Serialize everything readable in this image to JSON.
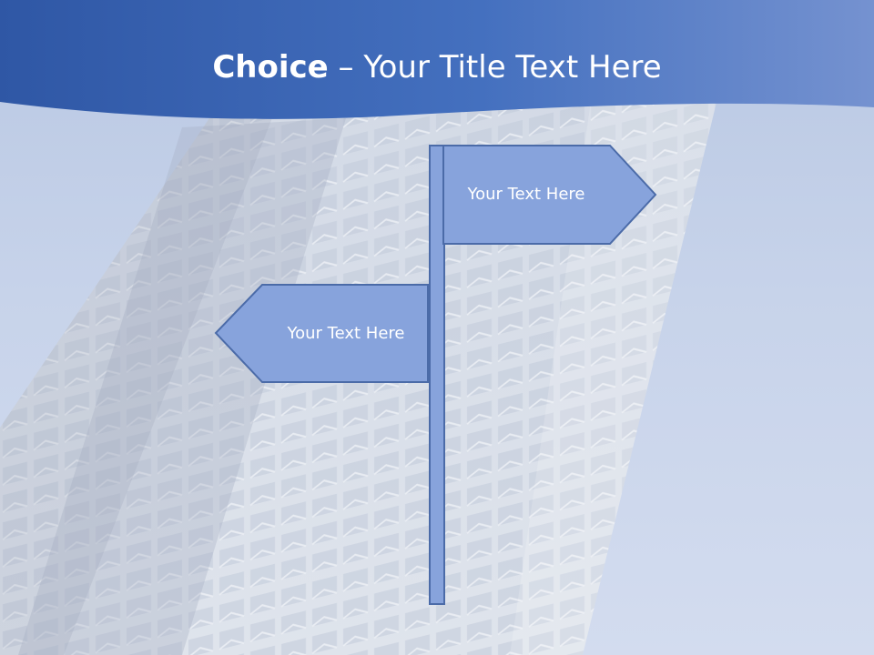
{
  "slide": {
    "title_bold": "Choice",
    "title_rest": " – Your Title Text Here",
    "signs": [
      {
        "label": "Your Text Here"
      },
      {
        "label": "Your Text Here"
      }
    ]
  },
  "colors": {
    "header_dark": "#2d55a3",
    "header_light": "#6d8fcf",
    "sign_fill": "#87a3dc",
    "sign_stroke": "#4b6ba8",
    "sky": "#c7d3ea",
    "building": "#d8dee8"
  }
}
